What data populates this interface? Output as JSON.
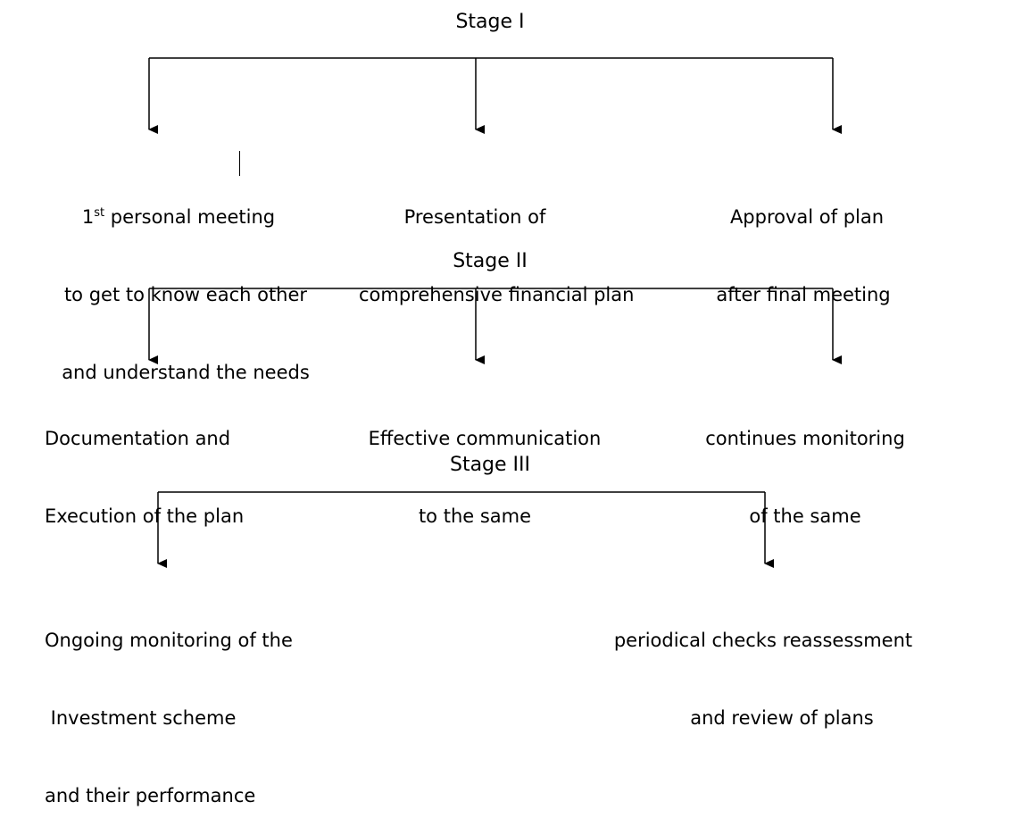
{
  "stages": [
    {
      "title": "Stage I",
      "items": [
        {
          "line1_num": "1",
          "line1_sup": "st",
          "line1_rest": " personal meeting",
          "line2": "to get to know each other",
          "line3": "and understand the needs"
        },
        {
          "line1": "Presentation of",
          "line2": "comprehensive financial plan"
        },
        {
          "line1": "Approval of plan",
          "line2": "after final meeting"
        }
      ]
    },
    {
      "title": "Stage II",
      "items": [
        {
          "line1": "Documentation and",
          "line2": "Execution of the plan"
        },
        {
          "line1": "Effective communication",
          "line2": "to the same"
        },
        {
          "line1": "continues monitoring",
          "line2": "of the same"
        }
      ]
    },
    {
      "title": "Stage III",
      "items": [
        {
          "line1": "Ongoing monitoring of the",
          "line2": " Investment scheme",
          "line3": "and their performance"
        },
        {
          "line1": "periodical checks reassessment",
          "line2": "and review of plans"
        }
      ]
    }
  ],
  "colors": {
    "line": "#000000",
    "text": "#000000",
    "background": "#ffffff"
  }
}
